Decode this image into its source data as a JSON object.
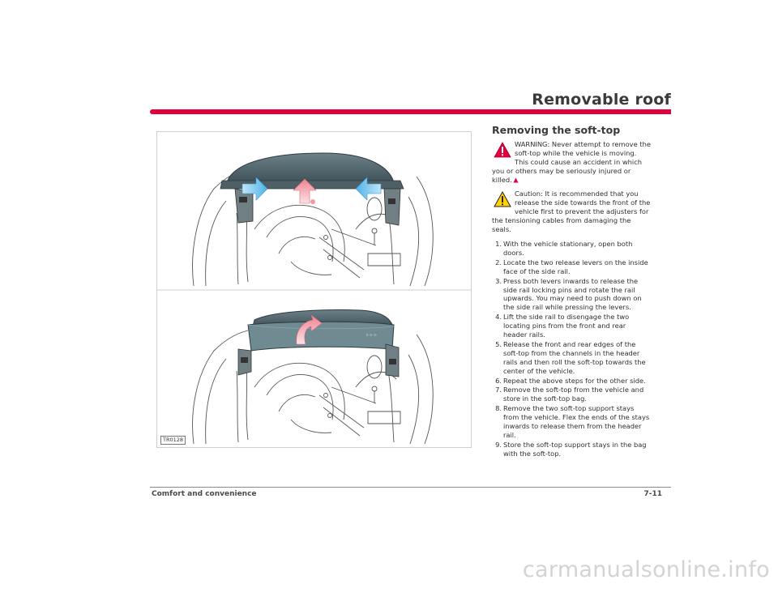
{
  "header": {
    "title": "Removable roof"
  },
  "figure": {
    "ref": "TR0128"
  },
  "section": {
    "heading": "Removing the soft-top",
    "warning": "WARNING: Never attempt to remove the soft-top while the vehicle is moving. This could cause an accident in which you or others may be seriously injured or killed.",
    "caution": "Caution: It is recommended that you release the side towards the front of the vehicle first to prevent the adjusters for the tensioning cables from damaging the seals.",
    "steps": [
      {
        "num": "1.",
        "text": "With the vehicle stationary, open both doors."
      },
      {
        "num": "2.",
        "text": "Locate the two release levers on the inside face of the side rail."
      },
      {
        "num": "3.",
        "text": "Press both levers inwards to release the side rail locking pins and rotate the rail upwards. You may need to push down on the side rail while pressing the levers."
      },
      {
        "num": "4.",
        "text": "Lift the side rail to disengage the two locating pins from the front and rear header rails."
      },
      {
        "num": "5.",
        "text": "Release the front and rear edges of the soft-top from the channels in the header rails and then roll the soft-top towards the center of the vehicle."
      },
      {
        "num": "6.",
        "text": "Repeat the above steps for the other side."
      },
      {
        "num": "7.",
        "text": "Remove the soft-top from the vehicle and store in the soft-top bag."
      },
      {
        "num": "8.",
        "text": "Remove the two soft-top support stays from the vehicle. Flex the ends of the stays inwards to release them from the header rail."
      },
      {
        "num": "9.",
        "text": "Store the soft-top support stays in the bag with the soft-top."
      }
    ]
  },
  "footer": {
    "section": "Comfort and convenience",
    "page": "7-11"
  },
  "watermark": "carmanualsonline.info",
  "colors": {
    "accent": "#e2003c",
    "roof": "#4f646b",
    "arrow_blue": "#6ec3ee",
    "arrow_red": "#f19aa4"
  }
}
